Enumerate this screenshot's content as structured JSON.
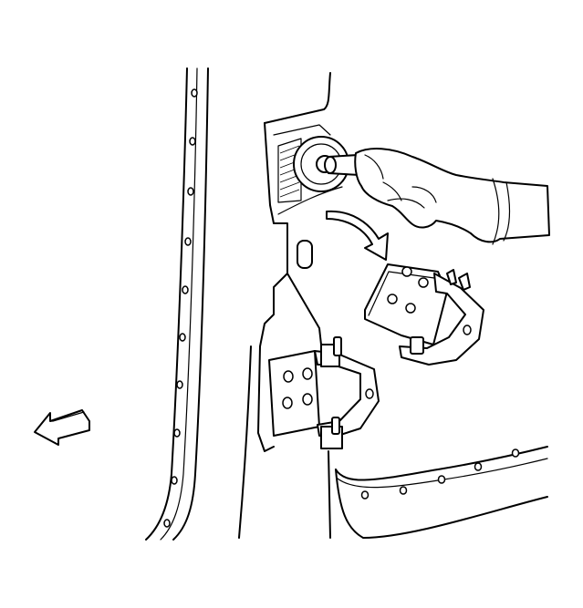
{
  "figure": {
    "components": [
      {
        "name": "door-pillar-panel"
      },
      {
        "name": "door-opening-weatherstrip-edge"
      },
      {
        "name": "lower-door-edge"
      },
      {
        "name": "installed-lower-hinge"
      },
      {
        "name": "removed-upper-hinge"
      },
      {
        "name": "hinge-pin-tool"
      },
      {
        "name": "gloved-hand"
      },
      {
        "name": "removal-direction-arrow"
      },
      {
        "name": "vehicle-front-arrow"
      }
    ]
  }
}
